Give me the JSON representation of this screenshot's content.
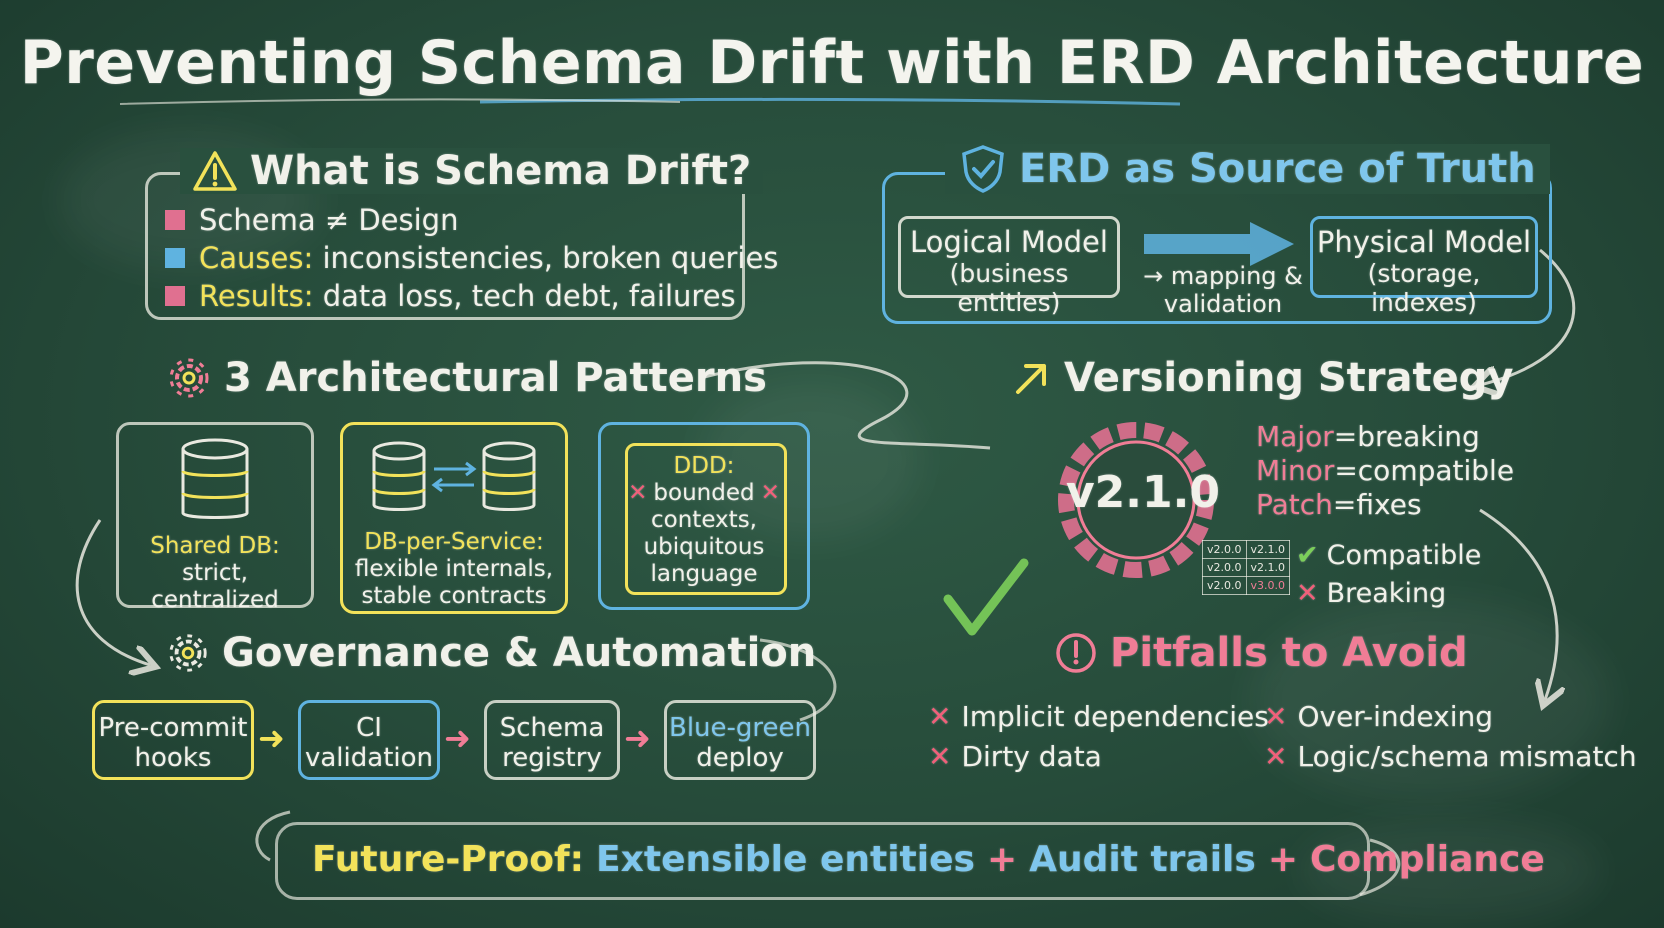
{
  "title": "Preventing Schema Drift with ERD Architecture",
  "drift": {
    "heading": "What is Schema Drift?",
    "line1": "Schema ≠ Design",
    "causes_label": "Causes:",
    "causes_text": "inconsistencies, broken queries",
    "results_label": "Results:",
    "results_text": "data loss, tech debt, failures"
  },
  "erd": {
    "heading": "ERD as Source of Truth",
    "logical_title": "Logical Model",
    "logical_sub": "(business entities)",
    "mapping_line1": "→ mapping &",
    "mapping_line2": "validation",
    "physical_title": "Physical Model",
    "physical_sub": "(storage, indexes)"
  },
  "patterns": {
    "heading": "3 Architectural Patterns",
    "shared_title": "Shared DB:",
    "shared_desc": "strict, centralized",
    "dbps_title": "DB-per-Service:",
    "dbps_line1": "flexible internals,",
    "dbps_line2": "stable contracts",
    "ddd_title": "DDD:",
    "ddd_line1": "bounded",
    "ddd_line2": "contexts,",
    "ddd_line3": "ubiquitous",
    "ddd_line4": "language"
  },
  "versioning": {
    "heading": "Versioning Strategy",
    "version": "v2.1.0",
    "major_label": "Major",
    "major_value": "=breaking",
    "minor_label": "Minor",
    "minor_value": "=compatible",
    "patch_label": "Patch",
    "patch_value": "=fixes",
    "table": [
      [
        "v2.0.0",
        "v2.1.0"
      ],
      [
        "v2.0.0",
        "v2.1.0"
      ],
      [
        "v2.0.0",
        "v3.0.0"
      ]
    ],
    "compatible": "Compatible",
    "breaking": "Breaking"
  },
  "governance": {
    "heading": "Governance & Automation",
    "steps": [
      {
        "line1": "Pre-commit",
        "line2": "hooks"
      },
      {
        "line1": "CI",
        "line2": "validation"
      },
      {
        "line1": "Schema",
        "line2": "registry"
      },
      {
        "line1": "Blue-green",
        "line2": "deploy"
      }
    ]
  },
  "pitfalls": {
    "heading": "Pitfalls to Avoid",
    "items": [
      "Implicit dependencies",
      "Over-indexing",
      "Dirty data",
      "Logic/schema mismatch"
    ]
  },
  "future": {
    "label": "Future-Proof:",
    "part1": "Extensible entities",
    "plus1": "+",
    "part2": "Audit trails",
    "plus2": "+",
    "part3": "Compliance"
  },
  "colors": {
    "yellow": "#f2e25a",
    "blue": "#5fb3e0",
    "pink": "#f07d96",
    "green": "#7ccf5a",
    "red": "#f0607a",
    "board": "#2a4f3e"
  },
  "icons": [
    "warning-icon",
    "shield-icon",
    "gear-icon",
    "database-icon",
    "arrow-up-right-icon",
    "exclamation-icon",
    "checkmark-icon",
    "cross-icon",
    "sparkle-icon"
  ]
}
